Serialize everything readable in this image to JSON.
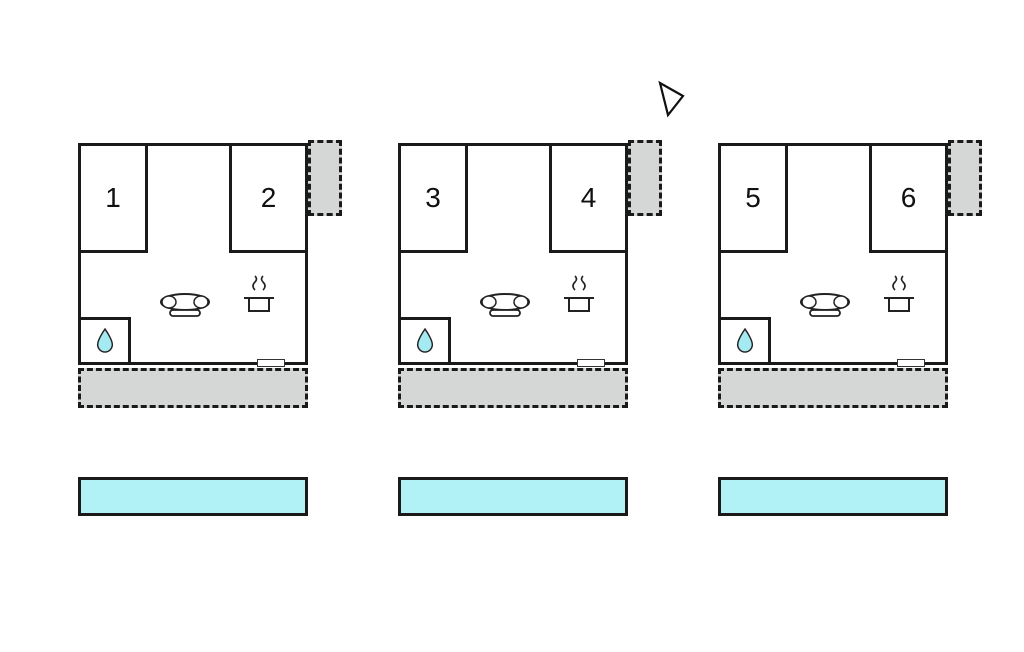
{
  "page": {
    "type": "holiday-home-floor-plan",
    "background": "#ffffff"
  },
  "colors": {
    "wall": "#1a1a1a",
    "terrace_fill": "#d4d7d5",
    "pool_fill": "#b0f2f6",
    "water_drop_fill": "#a5e9f3"
  },
  "compass": {
    "name": "north-arrow"
  },
  "icons": {
    "sofa": "sofa-icon",
    "stove": "stove-pot-icon",
    "bath": "water-drop-icon"
  },
  "units": [
    {
      "name": "unit-A",
      "rooms": [
        {
          "label": "1"
        },
        {
          "label": "2"
        }
      ]
    },
    {
      "name": "unit-B",
      "rooms": [
        {
          "label": "3"
        },
        {
          "label": "4"
        }
      ]
    },
    {
      "name": "unit-C",
      "rooms": [
        {
          "label": "5"
        },
        {
          "label": "6"
        }
      ]
    }
  ]
}
